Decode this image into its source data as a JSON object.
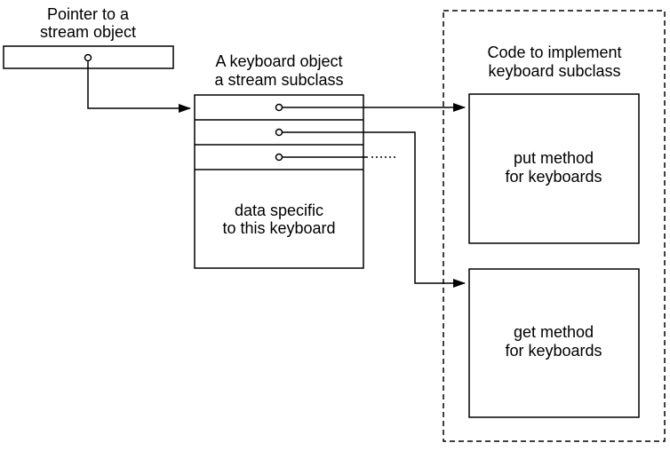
{
  "pointer_label": {
    "line1": "Pointer to a",
    "line2": "stream object"
  },
  "keyboard_object": {
    "title_line1": "A keyboard object",
    "title_line2": "a stream subclass",
    "data_line1": "data specific",
    "data_line2": "to this keyboard"
  },
  "code_region": {
    "title_line1": "Code to implement",
    "title_line2": "keyboard subclass"
  },
  "put_method": {
    "line1": "put method",
    "line2": "for keyboards"
  },
  "get_method": {
    "line1": "get method",
    "line2": "for keyboards"
  },
  "colors": {
    "stroke": "#000000",
    "background": "#ffffff"
  }
}
